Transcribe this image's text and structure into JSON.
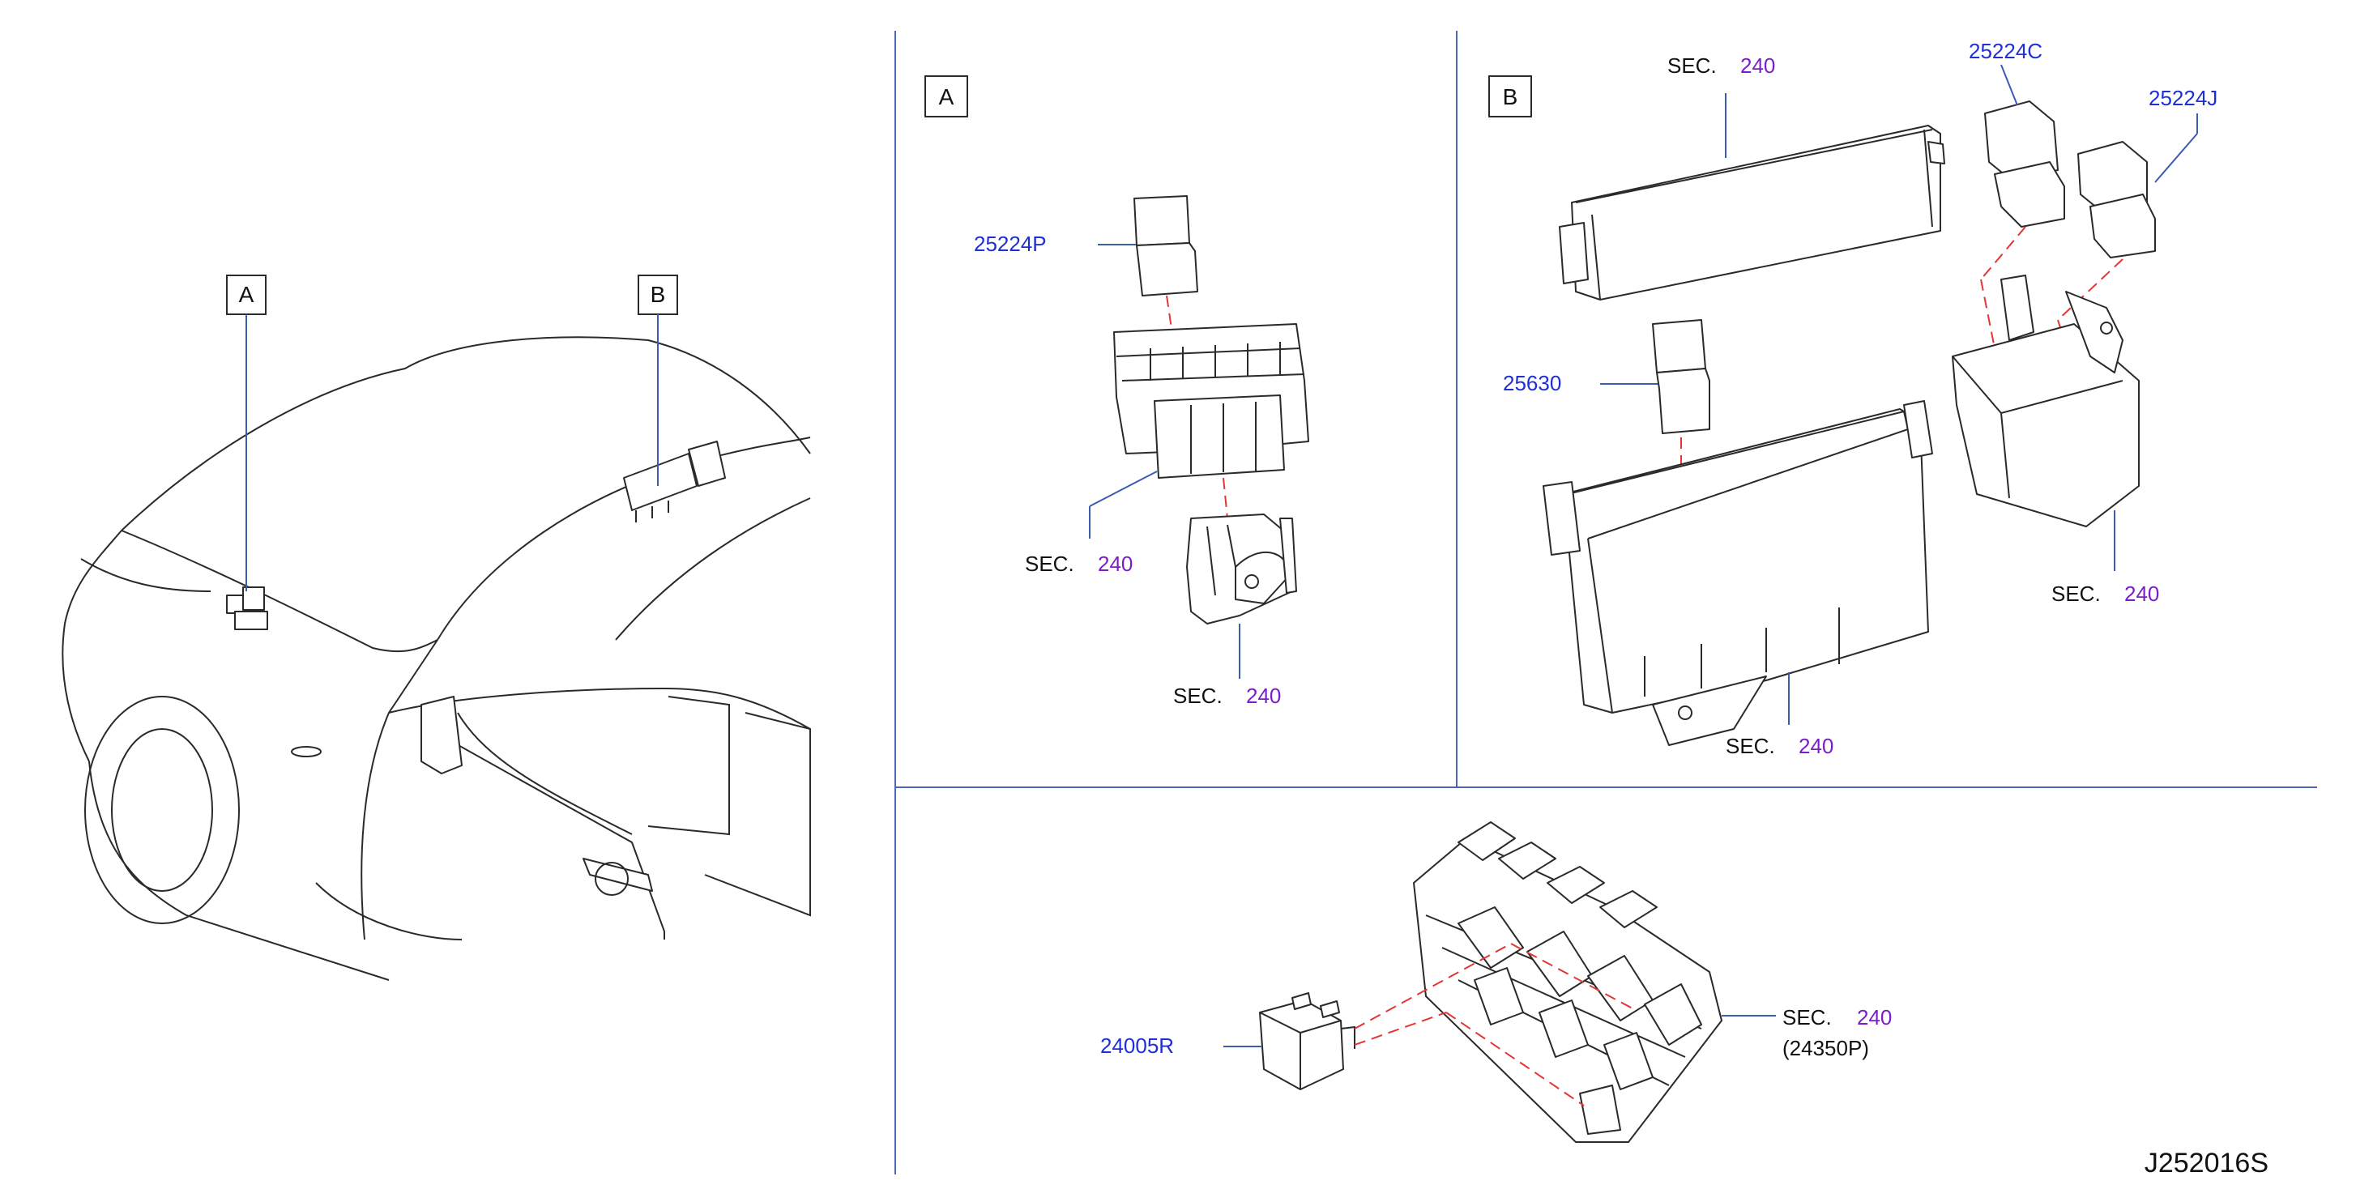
{
  "callouts": {
    "a": "A",
    "b": "B"
  },
  "labels": {
    "part_25224P": "25224P",
    "part_25224C": "25224C",
    "part_25224J": "25224J",
    "part_25630": "25630",
    "part_24005R": "24005R",
    "sec_prefix": "SEC.",
    "sec_number": "240",
    "sub_part": "(24350P)"
  },
  "diagram_code": "J252016S",
  "colors": {
    "part_number": "#1f2fd6",
    "section_number": "#7a1fc7",
    "leader_line": "#3a5db0",
    "alignment_dash": "#e43535"
  }
}
